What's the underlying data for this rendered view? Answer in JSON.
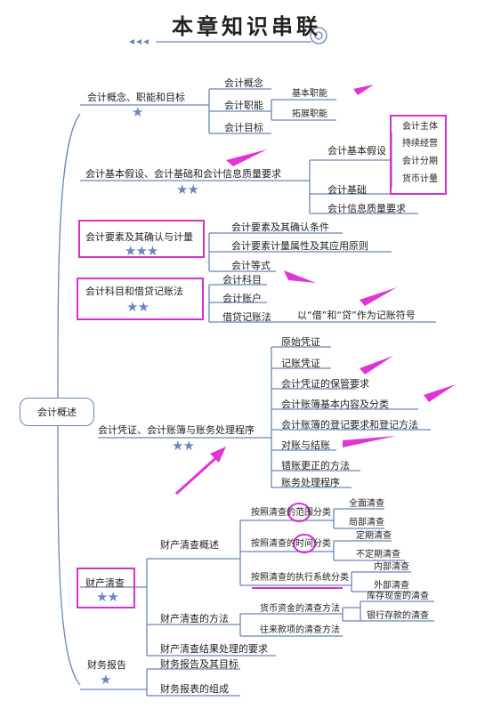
{
  "title": "本章知识串联",
  "root": "会计概述",
  "topic1": {
    "label": "会计概念、职能和目标",
    "stars": "★",
    "items": [
      "会计概念",
      "会计职能",
      "会计目标"
    ],
    "duties": [
      "基本职能",
      "拓展职能"
    ]
  },
  "topic2": {
    "label": "会计基本假设、会计基础和会计信息质量要求",
    "stars": "★★",
    "items": [
      "会计基本假设",
      "会计基础",
      "会计信息质量要求"
    ],
    "assumptions": [
      "会计主体",
      "持续经营",
      "会计分期",
      "货币计量"
    ]
  },
  "topic3": {
    "label": "会计要素及其确认与计量",
    "stars": "★★★",
    "items": [
      "会计要素及其确认条件",
      "会计要素计量属性及其应用原则",
      "会计等式"
    ]
  },
  "topic4": {
    "label": "会计科目和借贷记账法",
    "stars": "★★",
    "items": [
      "会计科目",
      "会计账户",
      "借贷记账法"
    ],
    "note": "以“借”和“贷”作为记账符号"
  },
  "topic5": {
    "label": "会计凭证、会计账簿与账务处理程序",
    "stars": "★★",
    "items": [
      "原始凭证",
      "记账凭证",
      "会计凭证的保管要求",
      "会计账簿基本内容及分类",
      "会计账簿的登记要求和登记方法",
      "对账与结账",
      "错账更正的方法",
      "账务处理程序"
    ]
  },
  "topic6": {
    "label": "财产清查",
    "stars": "★★",
    "overview": "财产清查概述",
    "methods": "财产清查的方法",
    "result": "财产清查结果处理的要求",
    "scope": "按照清查的范围分类",
    "scope_items": [
      "全面清查",
      "局部清查"
    ],
    "time": "按照清查的时间分类",
    "time_items": [
      "定期清查",
      "不定期清查"
    ],
    "exec": "按照清查的执行系统分类",
    "exec_items": [
      "内部清查",
      "外部清查"
    ],
    "cash": "货币资金的清查方法",
    "cash_items": [
      "库存现金的清查",
      "银行存款的清查"
    ],
    "dealings": "往来款项的清查方法"
  },
  "topic7": {
    "label": "财务报告",
    "stars": "★",
    "items": [
      "财务报告及其目标",
      "财务报表的组成"
    ]
  },
  "colors": {
    "line": "#6a85b8",
    "highlight": "#d62fd0",
    "arrow": "#e233d6",
    "star": "#6b86bf"
  }
}
